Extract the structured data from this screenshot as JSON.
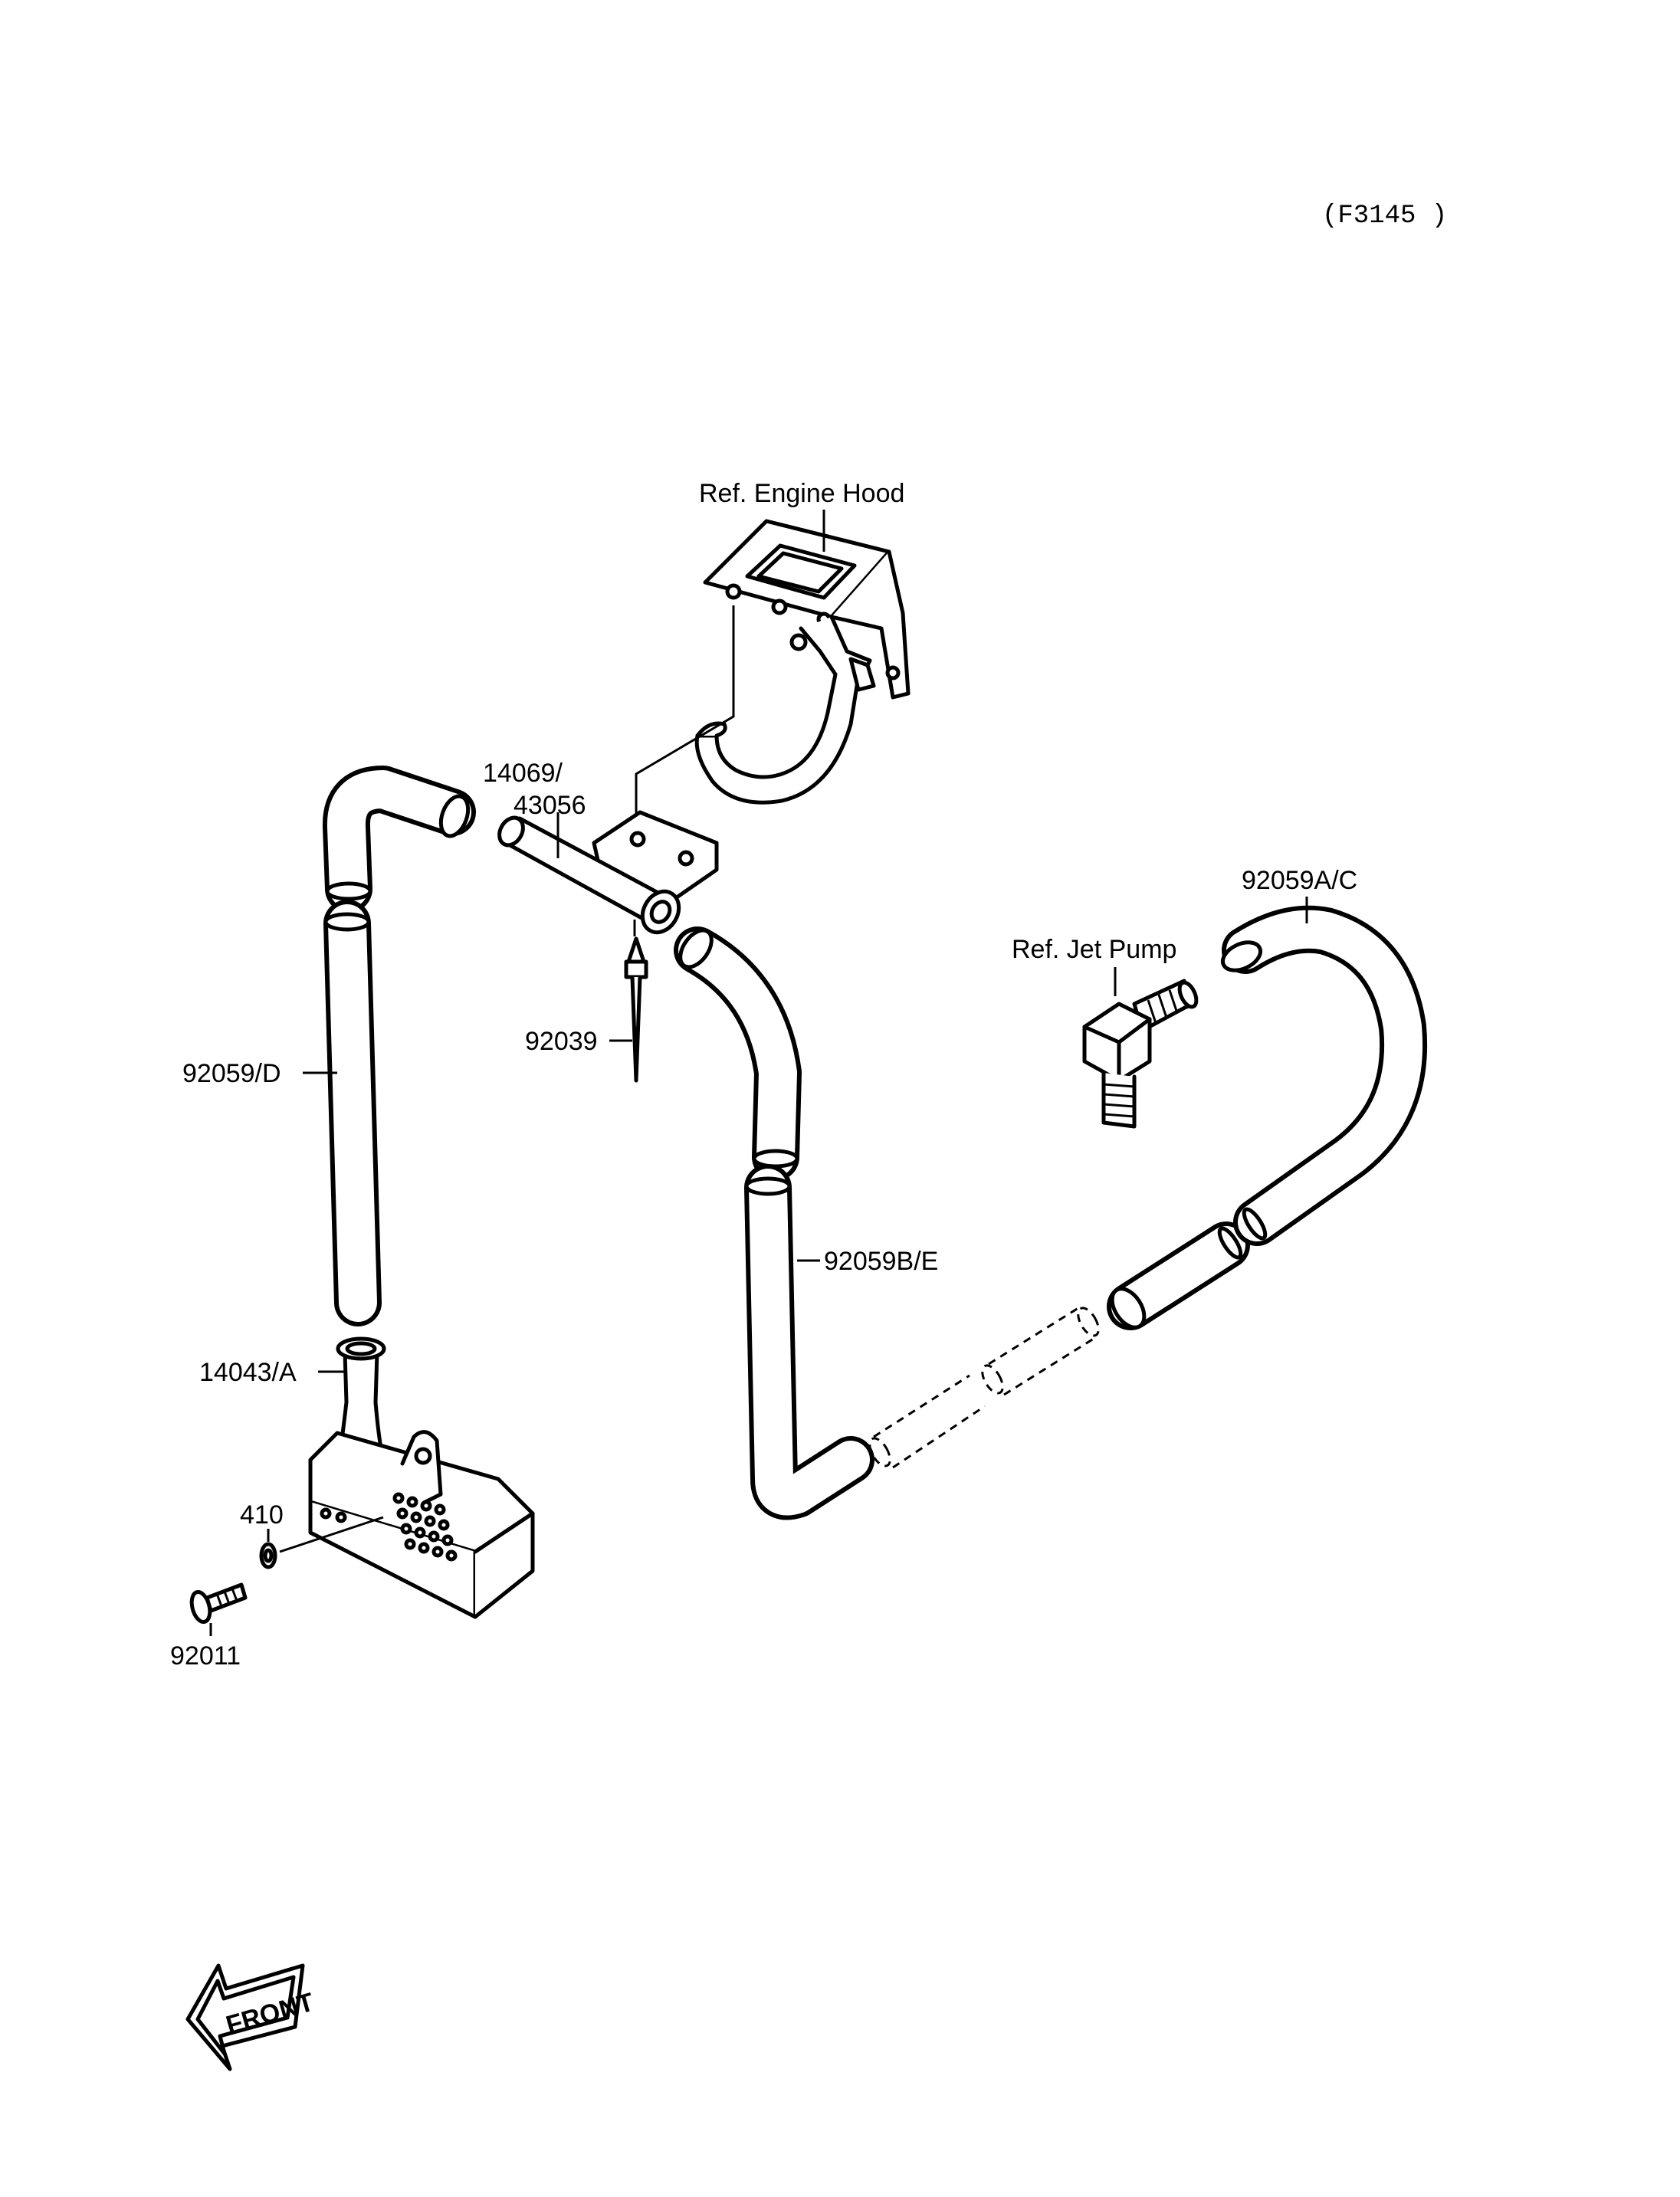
{
  "figure_code": "(F3145 )",
  "labels": {
    "engine_hood": "Ref. Engine Hood",
    "p14069": "14069/",
    "p43056": "43056",
    "p92039": "92039",
    "p92059d": "92059/D",
    "p92059be": "92059B/E",
    "p92059ac": "92059A/C",
    "jet_pump": "Ref. Jet Pump",
    "p14043a": "14043/A",
    "p410": "410",
    "p92011": "92011"
  },
  "front_badge": "FRONT",
  "colors": {
    "ink": "#000000",
    "paper": "#ffffff"
  }
}
